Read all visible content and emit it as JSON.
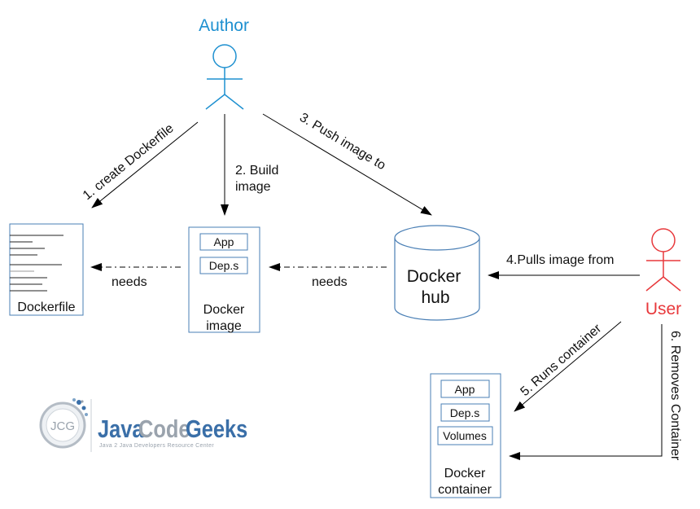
{
  "actors": {
    "author": {
      "label": "Author",
      "color": "#1e90d0"
    },
    "user": {
      "label": "User",
      "color": "#e8393c"
    }
  },
  "nodes": {
    "dockerfile": {
      "label": "Dockerfile"
    },
    "docker_image": {
      "title_line1": "Docker",
      "title_line2": "image",
      "parts": [
        "App",
        "Dep.s"
      ]
    },
    "docker_hub": {
      "line1": "Docker",
      "line2": "hub"
    },
    "docker_container": {
      "title_line1": "Docker",
      "title_line2": "container",
      "parts": [
        "App",
        "Dep.s",
        "Volumes"
      ]
    }
  },
  "edges": {
    "create_dockerfile": "1. create Dockerfile",
    "build_image_line1": "2. Build",
    "build_image_line2": "image",
    "push_image": "3. Push image to",
    "pulls_image": "4.Pulls image from",
    "runs_container": "5. Runs container",
    "removes_container": "6. Removes Container",
    "needs_image": "needs",
    "needs_hub": "needs"
  },
  "logo": {
    "badge": "JCG",
    "word1": "Java",
    "word2": "Code",
    "word3": "Geeks",
    "tagline": "Java 2 Java Developers Resource Center"
  },
  "colors": {
    "box_border": "#4a7fb5",
    "line": "#000000",
    "logo_blue": "#3a6fa8",
    "logo_grey": "#9aa3ad"
  }
}
